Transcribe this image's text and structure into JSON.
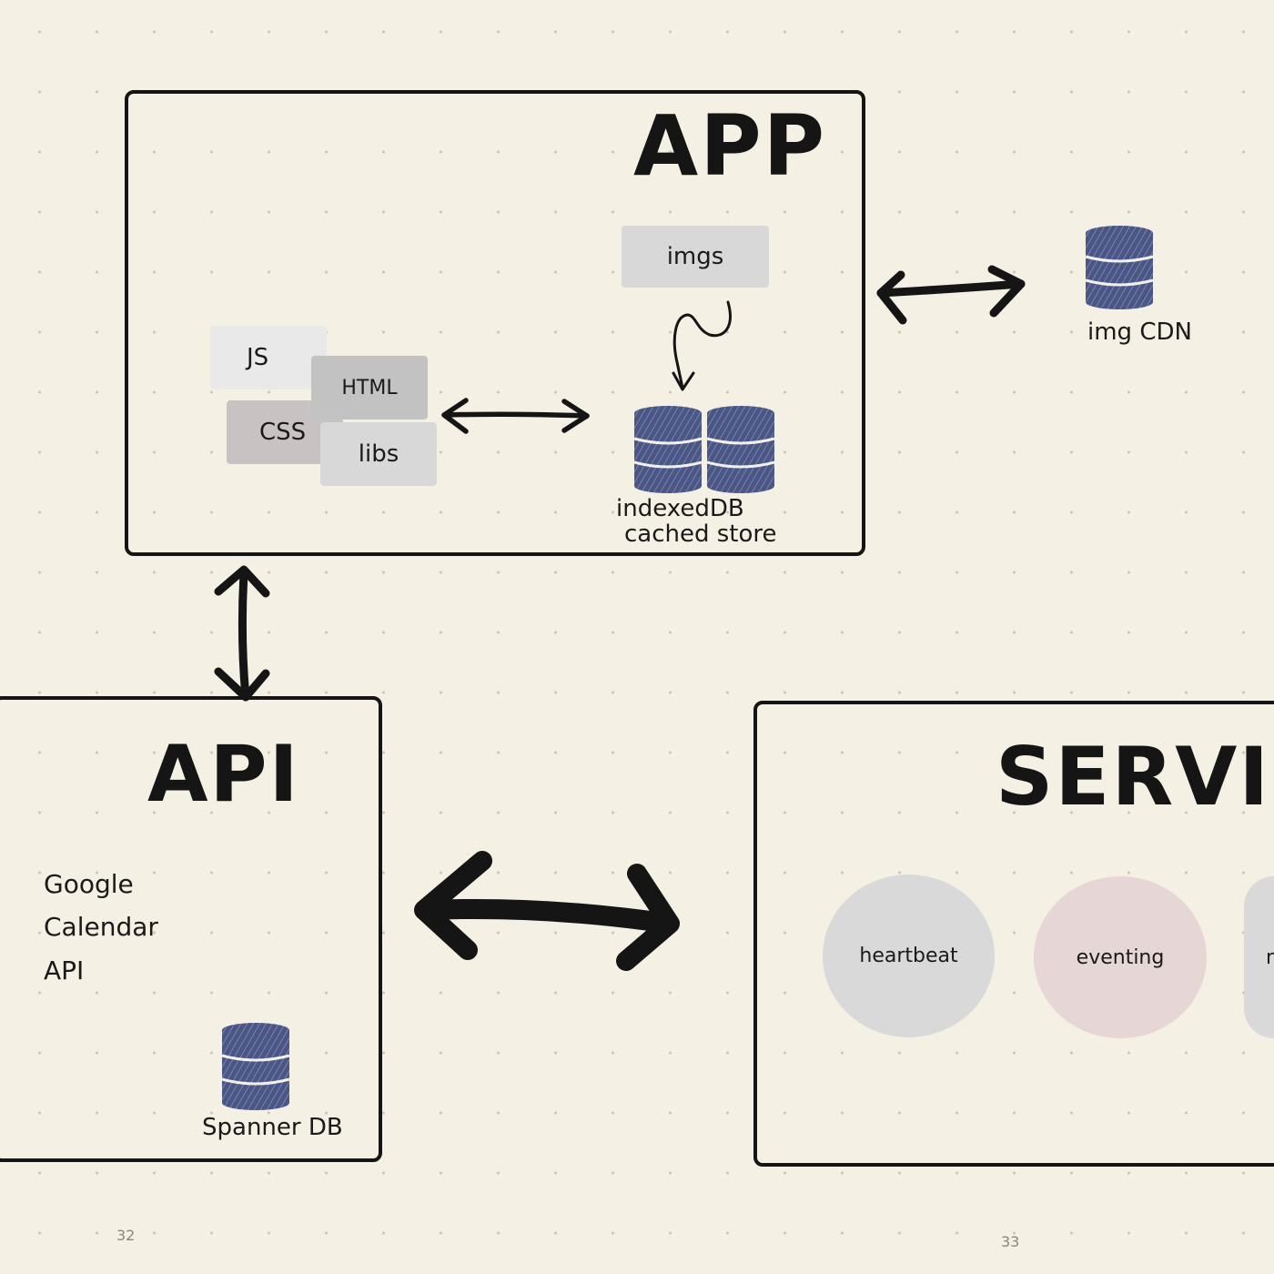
{
  "app": {
    "title": "APP"
  },
  "app_chips": {
    "imgs": "imgs",
    "js": "JS",
    "html": "HTML",
    "css": "CSS",
    "libs": "libs"
  },
  "indexeddb": {
    "line1": "indexedDB",
    "line2": "cached store"
  },
  "cdn": {
    "label": "img CDN"
  },
  "api": {
    "title": "API",
    "lines": [
      "Google",
      "Calendar",
      "API"
    ],
    "db_label": "Spanner DB"
  },
  "services": {
    "title": "SERVI",
    "circles": [
      "heartbeat",
      "eventing",
      "n"
    ]
  },
  "page_numbers": [
    "32",
    "33"
  ],
  "colors": {
    "ink": "#151515",
    "background": "#f5f0e4",
    "db_blue": "#4a5686",
    "chip_light": "#e9e9e9",
    "chip_gray": "#d8d8d8",
    "chip_html": "#c2c2c2",
    "chip_css": "#c9c2c2",
    "circle_gray": "#d9d9d9",
    "circle_pink": "#e6d6d6"
  },
  "icons": [
    "database-icon",
    "double-arrow-icon",
    "squiggle-arrow-icon"
  ]
}
